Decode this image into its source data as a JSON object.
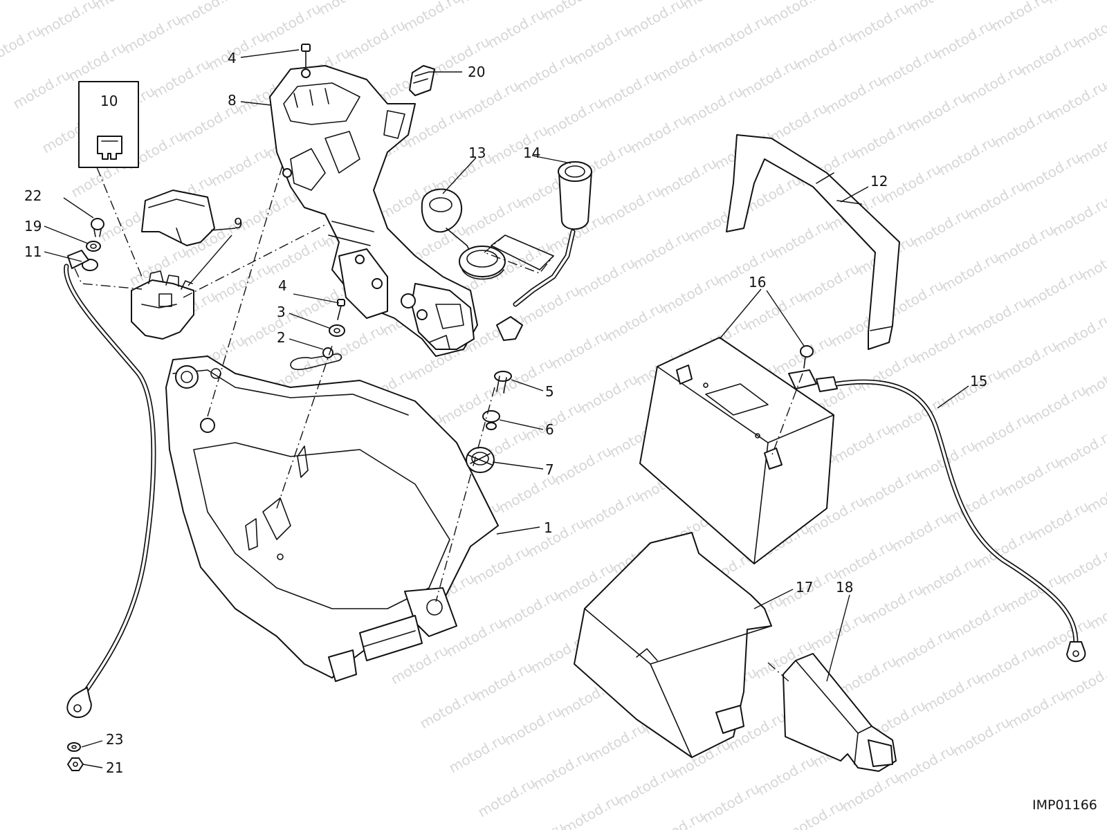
{
  "watermark": {
    "text": "motod.ru"
  },
  "diagram_ref": "IMP01166",
  "callouts": [
    {
      "id": "c1",
      "label": "1"
    },
    {
      "id": "c2",
      "label": "2"
    },
    {
      "id": "c3",
      "label": "3"
    },
    {
      "id": "c4a",
      "label": "4"
    },
    {
      "id": "c4b",
      "label": "4"
    },
    {
      "id": "c5",
      "label": "5"
    },
    {
      "id": "c6",
      "label": "6"
    },
    {
      "id": "c7",
      "label": "7"
    },
    {
      "id": "c8",
      "label": "8"
    },
    {
      "id": "c9",
      "label": "9"
    },
    {
      "id": "c10",
      "label": "10"
    },
    {
      "id": "c11",
      "label": "11"
    },
    {
      "id": "c12",
      "label": "12"
    },
    {
      "id": "c13",
      "label": "13"
    },
    {
      "id": "c14",
      "label": "14"
    },
    {
      "id": "c15",
      "label": "15"
    },
    {
      "id": "c16",
      "label": "16"
    },
    {
      "id": "c17",
      "label": "17"
    },
    {
      "id": "c18",
      "label": "18"
    },
    {
      "id": "c19",
      "label": "19"
    },
    {
      "id": "c20",
      "label": "20"
    },
    {
      "id": "c21",
      "label": "21"
    },
    {
      "id": "c22",
      "label": "22"
    },
    {
      "id": "c23",
      "label": "23"
    }
  ]
}
